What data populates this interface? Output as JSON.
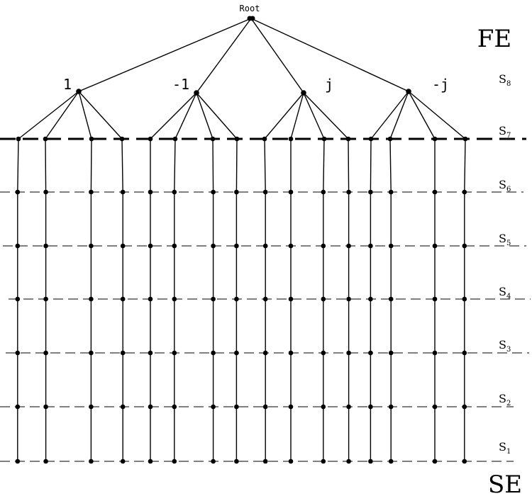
{
  "root_label": "Root",
  "top_right_label": "FE",
  "bottom_right_label": "SE",
  "branch_labels": [
    "1",
    "-1",
    "j",
    "-j"
  ],
  "stage_labels": [
    {
      "base": "S",
      "sub": "8"
    },
    {
      "base": "S",
      "sub": "7"
    },
    {
      "base": "S",
      "sub": "6"
    },
    {
      "base": "S",
      "sub": "5"
    },
    {
      "base": "S",
      "sub": "4"
    },
    {
      "base": "S",
      "sub": "3"
    },
    {
      "base": "S",
      "sub": "2"
    },
    {
      "base": "S",
      "sub": "1"
    }
  ],
  "colors": {
    "ink": "#000000",
    "background": "#ffffff"
  }
}
